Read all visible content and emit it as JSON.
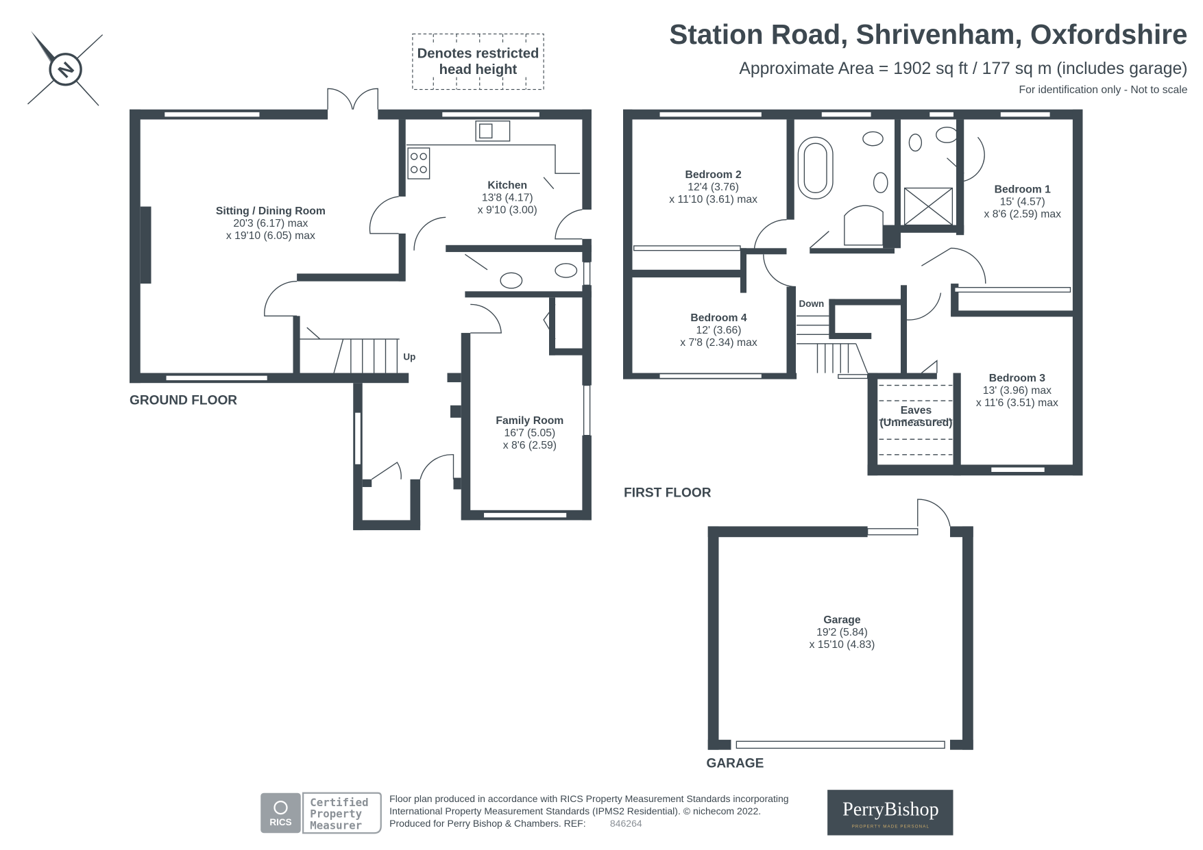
{
  "header": {
    "title": "Station Road, Shrivenham, Oxfordshire",
    "area": "Approximate Area = 1902 sq ft / 177 sq m (includes garage)",
    "disclaimer": "For identification only - Not to scale"
  },
  "compass": {
    "label": "N"
  },
  "legend": {
    "restricted_line1": "Denotes restricted",
    "restricted_line2": "head height"
  },
  "ground_floor": {
    "label": "GROUND FLOOR",
    "stairs_label": "Up",
    "rooms": [
      {
        "name": "Sitting / Dining Room",
        "dim1": "20'3 (6.17) max",
        "dim2": "x 19'10 (6.05) max"
      },
      {
        "name": "Kitchen",
        "dim1": "13'8 (4.17)",
        "dim2": "x 9'10 (3.00)"
      },
      {
        "name": "Family Room",
        "dim1": "16'7 (5.05)",
        "dim2": "x 8'6 (2.59)"
      }
    ]
  },
  "first_floor": {
    "label": "FIRST FLOOR",
    "stairs_label": "Down",
    "rooms": [
      {
        "name": "Bedroom 2",
        "dim1": "12'4 (3.76)",
        "dim2": "x 11'10 (3.61) max"
      },
      {
        "name": "Bedroom 1",
        "dim1": "15' (4.57)",
        "dim2": "x 8'6 (2.59) max"
      },
      {
        "name": "Bedroom 4",
        "dim1": "12' (3.66)",
        "dim2": "x 7'8 (2.34) max"
      },
      {
        "name": "Bedroom 3",
        "dim1": "13' (3.96) max",
        "dim2": "x 11'6 (3.51) max"
      },
      {
        "name": "Eaves",
        "dim1": "(Unmeasured)"
      }
    ]
  },
  "garage": {
    "label": "GARAGE",
    "room": {
      "name": "Garage",
      "dim1": "19'2 (5.84)",
      "dim2": "x 15'10 (4.83)"
    }
  },
  "footer": {
    "badge_line1": "Certified",
    "badge_line2": "Property",
    "badge_line3": "Measurer",
    "rics": "RICS",
    "text_line1": "Floor plan produced in accordance with RICS Property Measurement Standards incorporating",
    "text_line2": "International Property Measurement Standards (IPMS2 Residential).   © nichecom 2022.",
    "text_line3": "Produced for Perry Bishop & Chambers.   REF:",
    "ref": "846264",
    "brand": "PerryBishop",
    "brand_tagline": "PROPERTY MADE PERSONAL"
  },
  "colors": {
    "wall": "#3d4850",
    "brand_bg": "#414c54",
    "brand_accent": "#c9a96a"
  }
}
